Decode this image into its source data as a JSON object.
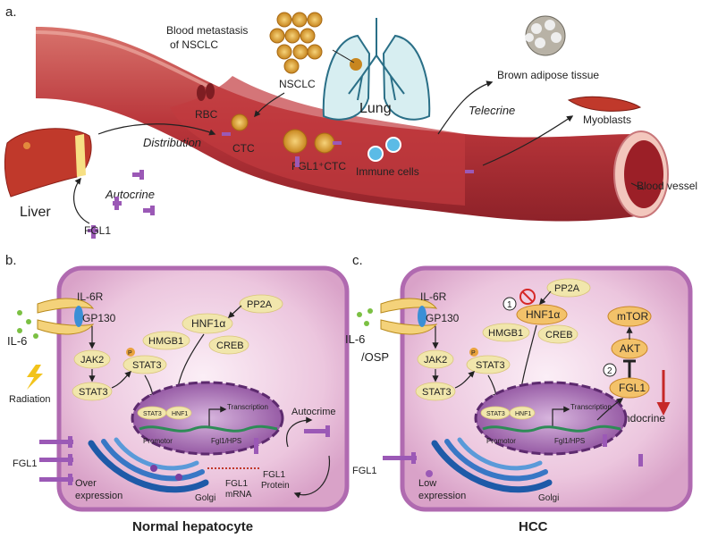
{
  "panel_a": {
    "label": "a.",
    "blood_metastasis": [
      "Blood metastasis",
      "of NSCLC"
    ],
    "nsclc": "NSCLC",
    "lung": "Lung",
    "brown_adipose": "Brown adipose tissue",
    "telecrine": "Telecrine",
    "myoblasts": "Myoblasts",
    "rbc": "RBC",
    "distribution": "Distribution",
    "ctc": "CTC",
    "fgl1_ctc": "FGL1⁺CTC",
    "immune_cells": "Immune cells",
    "blood_vessel": "Blood vessel",
    "liver": "Liver",
    "autocrine": "Autocrine",
    "fgl1": "FGL1"
  },
  "panel_b": {
    "label": "b.",
    "il6r": "IL-6R",
    "gp130": "GP130",
    "il6": "IL-6",
    "radiation": "Radiation",
    "jak2": "JAK2",
    "stat3": "STAT3",
    "stat3_b": "STAT3",
    "p": "P",
    "pp2a": "PP2A",
    "hnf1a": "HNF1α",
    "hmgb1": "HMGB1",
    "creb": "CREB",
    "nuc_stat3": "STAT3",
    "nuc_hnf1": "HNF1",
    "transcription": "Transcription",
    "promotor": "Promotor",
    "gene": "Fgl1/HPS",
    "autocrime": "Autocrime",
    "fgl1_mrna": [
      "FGL1",
      "mRNA"
    ],
    "fgl1_protein": [
      "FGL1",
      "Protein"
    ],
    "golgi": "Golgi",
    "fgl1": "FGL1",
    "over_expression": [
      "Over",
      "expression"
    ],
    "title": "Normal hepatocyte"
  },
  "panel_c": {
    "label": "c.",
    "il6r": "IL-6R",
    "gp130": "GP130",
    "il6_osp": [
      "IL-6",
      "/OSP"
    ],
    "jak2": "JAK2",
    "stat3": "STAT3",
    "stat3_b": "STAT3",
    "p": "P",
    "pp2a": "PP2A",
    "num1": "1",
    "num2": "2",
    "hnf1a": "HNF1α",
    "hmgb1": "HMGB1",
    "creb": "CREB",
    "mtor": "mTOR",
    "akt": "AKT",
    "fgl1_box": "FGL1",
    "endocrine": "Endocrine",
    "nuc_stat3": "STAT3",
    "nuc_hnf1": "HNF1",
    "transcription": "Transcription",
    "promotor": "Promotor",
    "gene": "Fgl1/HPS",
    "golgi": "Golgi",
    "fgl1": "FGL1",
    "low_expression": [
      "Low",
      "expression"
    ],
    "title": "HCC"
  }
}
